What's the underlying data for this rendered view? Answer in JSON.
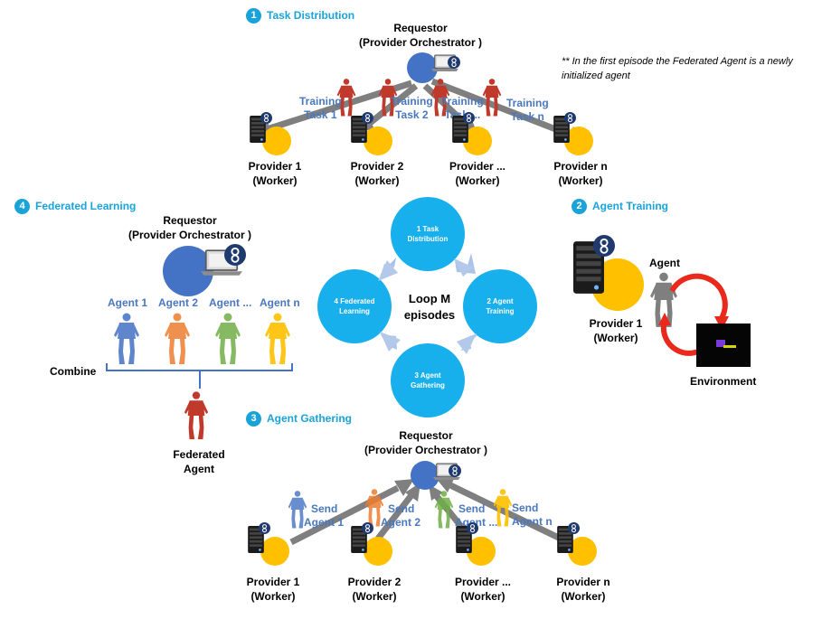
{
  "note": "** In the first episode the Federated Agent is a newly initialized agent",
  "sections": {
    "task_distribution": {
      "number": "1",
      "title": "Task Distribution"
    },
    "agent_training": {
      "number": "2",
      "title": "Agent Training"
    },
    "agent_gathering": {
      "number": "3",
      "title": "Agent Gathering"
    },
    "federated_learning": {
      "number": "4",
      "title": "Federated Learning"
    }
  },
  "requestor": {
    "line1": "Requestor",
    "line2": "(Provider Orchestrator )"
  },
  "providers": [
    {
      "line1": "Provider 1",
      "line2": "(Worker)"
    },
    {
      "line1": "Provider 2",
      "line2": "(Worker)"
    },
    {
      "line1": "Provider ...",
      "line2": "(Worker)"
    },
    {
      "line1": "Provider n",
      "line2": "(Worker)"
    }
  ],
  "training_tasks": [
    {
      "line1": "Training",
      "line2": "Task 1"
    },
    {
      "line1": "Training",
      "line2": "Task 2"
    },
    {
      "line1": "Training",
      "line2": "Task ..."
    },
    {
      "line1": "Training",
      "line2": "Task n"
    }
  ],
  "send_agents": [
    {
      "line1": "Send",
      "line2": "Agent 1"
    },
    {
      "line1": "Send",
      "line2": "Agent 2"
    },
    {
      "line1": "Send",
      "line2": "Agent ..."
    },
    {
      "line1": "Send",
      "line2": "Agent n"
    }
  ],
  "agents": [
    "Agent 1",
    "Agent 2",
    "Agent ...",
    "Agent n"
  ],
  "combine": "Combine",
  "federated_agent": {
    "line1": "Federated",
    "line2": "Agent"
  },
  "training": {
    "agent": "Agent",
    "environment": "Environment",
    "provider_line1": "Provider 1",
    "provider_line2": "(Worker)"
  },
  "loop": {
    "center_line1": "Loop M",
    "center_line2": "episodes",
    "nodes": [
      {
        "line1": "1 Task",
        "line2": "Distribution"
      },
      {
        "line1": "2 Agent",
        "line2": "Training"
      },
      {
        "line1": "3 Agent",
        "line2": "Gathering"
      },
      {
        "line1": "4 Federated",
        "line2": "Learning"
      }
    ]
  },
  "colors": {
    "accent": "#19a3d9",
    "loop_node": "#18b0ec",
    "requestor_circle": "#4472c4",
    "provider_circle": "#ffc000",
    "arrow": "#7f7f7f",
    "agent_colors": [
      "#4472c4",
      "#ed7d31",
      "#70ad47",
      "#ffc000"
    ],
    "federated_agent": "#c0392b"
  },
  "icons": [
    "server-icon",
    "laptop-icon",
    "golem-logo-icon",
    "robot-icon",
    "cycle-arrow-icon",
    "environment-screen-icon"
  ]
}
